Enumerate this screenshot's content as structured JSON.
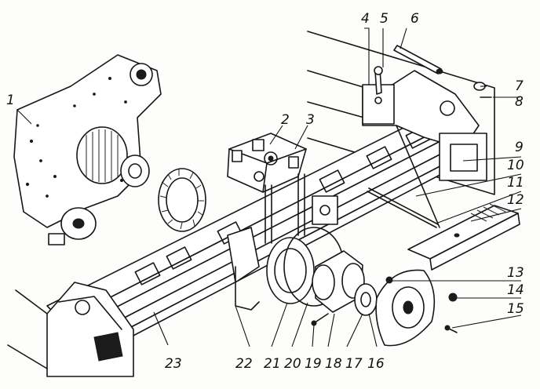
{
  "callouts": [
    {
      "id": "1",
      "text": "1"
    },
    {
      "id": "2",
      "text": "2"
    },
    {
      "id": "3",
      "text": "3"
    },
    {
      "id": "4",
      "text": "4"
    },
    {
      "id": "5",
      "text": "5"
    },
    {
      "id": "6",
      "text": "6"
    },
    {
      "id": "7",
      "text": "7"
    },
    {
      "id": "8",
      "text": "8"
    },
    {
      "id": "9",
      "text": "9"
    },
    {
      "id": "10",
      "text": "10"
    },
    {
      "id": "11",
      "text": "11"
    },
    {
      "id": "12",
      "text": "12"
    },
    {
      "id": "13",
      "text": "13"
    },
    {
      "id": "14",
      "text": "14"
    },
    {
      "id": "15",
      "text": "15"
    },
    {
      "id": "16",
      "text": "16"
    },
    {
      "id": "17",
      "text": "17"
    },
    {
      "id": "18",
      "text": "18"
    },
    {
      "id": "19",
      "text": "19"
    },
    {
      "id": "20",
      "text": "20"
    },
    {
      "id": "21",
      "text": "21"
    },
    {
      "id": "22",
      "text": "22"
    },
    {
      "id": "23",
      "text": "23"
    }
  ],
  "colors": {
    "ink": "#161616",
    "paper": "#fdfdfb"
  }
}
